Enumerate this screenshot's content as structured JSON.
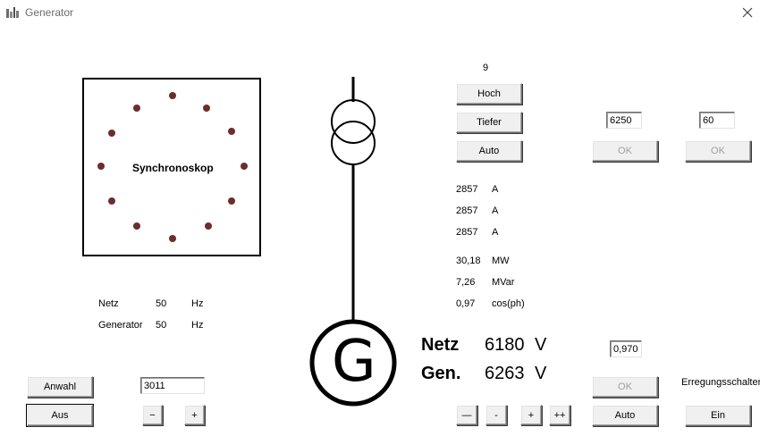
{
  "window": {
    "title": "Generator",
    "icon": "generator-app-icon",
    "close_icon": "close-icon"
  },
  "synchroscope": {
    "label": "Synchronoskop",
    "dot_color": "#6b2d2d"
  },
  "frequency": {
    "netz": {
      "label": "Netz",
      "value": "50",
      "unit": "Hz"
    },
    "generator": {
      "label": "Generator",
      "value": "50",
      "unit": "Hz"
    }
  },
  "selection": {
    "anwahl_label": "Anwahl",
    "aus_label": "Aus",
    "value": "3011",
    "minus_label": "−",
    "plus_label": "+"
  },
  "tap_changer": {
    "position": "9",
    "hoch_label": "Hoch",
    "tiefer_label": "Tiefer",
    "auto_label": "Auto"
  },
  "setpoints": {
    "voltage_value": "6250",
    "ok1_label": "OK",
    "second_value": "60",
    "ok2_label": "OK"
  },
  "currents": [
    {
      "value": "2857",
      "unit": "A"
    },
    {
      "value": "2857",
      "unit": "A"
    },
    {
      "value": "2857",
      "unit": "A"
    }
  ],
  "power": [
    {
      "value": "30,18",
      "unit": "MW"
    },
    {
      "value": "7,26",
      "unit": "MVar"
    },
    {
      "value": "0,97",
      "unit": "cos(ph)"
    }
  ],
  "voltage": {
    "netz": {
      "label": "Netz",
      "value": "6180",
      "unit": "V"
    },
    "gen": {
      "label": "Gen.",
      "value": "6263",
      "unit": "V"
    }
  },
  "excitation": {
    "value": "0,970",
    "ok_label": "OK",
    "auto_label": "Auto",
    "schalter_label": "Erregungsschalter",
    "ein_label": "Ein"
  },
  "power_buttons": {
    "fast_down": "—",
    "down": "-",
    "up": "+",
    "fast_up": "++"
  },
  "generator_symbol": "G"
}
